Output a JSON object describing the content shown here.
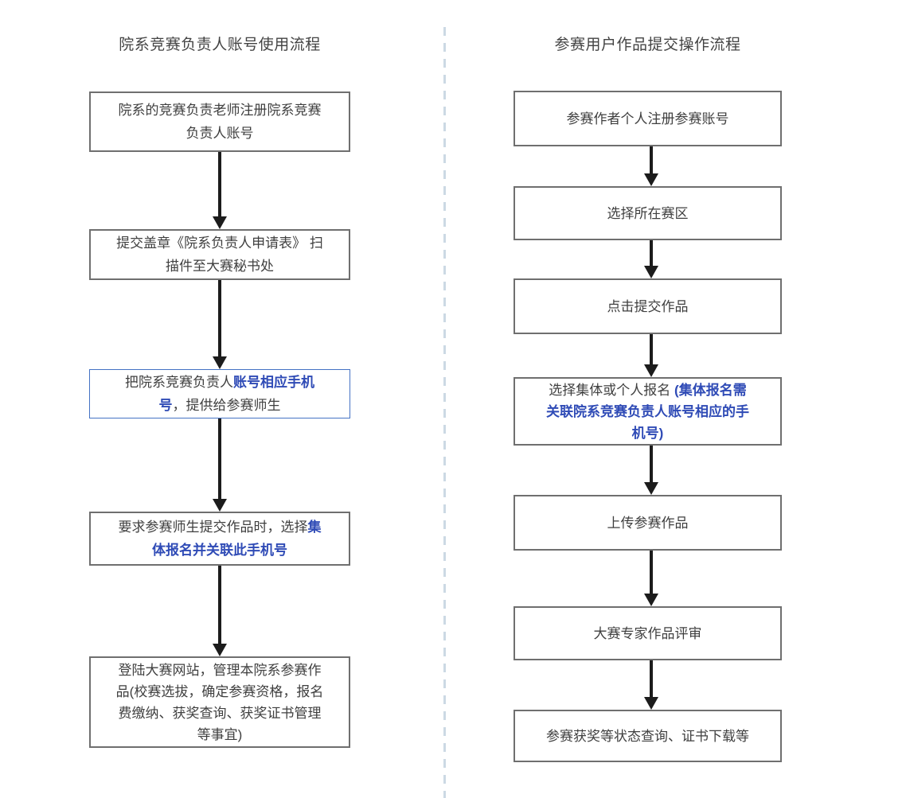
{
  "diagram": {
    "columns": [
      {
        "id": "left",
        "title": "院系竞赛负责人账号使用流程",
        "nodes": [
          {
            "id": "l1",
            "accent": false,
            "lines": [
              [
                {
                  "t": "院系的竞赛负责老师注册院系竞赛",
                  "hl": false
                }
              ],
              [
                {
                  "t": "负责人账号",
                  "hl": false
                }
              ]
            ]
          },
          {
            "id": "l2",
            "accent": false,
            "lines": [
              [
                {
                  "t": "提交盖章《院系负责人申请表》 扫",
                  "hl": false
                }
              ],
              [
                {
                  "t": "描件至大赛秘书处",
                  "hl": false
                }
              ]
            ]
          },
          {
            "id": "l3",
            "accent": true,
            "lines": [
              [
                {
                  "t": "把院系竞赛负责人",
                  "hl": false
                },
                {
                  "t": "账号相应手机",
                  "hl": true
                }
              ],
              [
                {
                  "t": "号",
                  "hl": true
                },
                {
                  "t": "，提供给参赛师生",
                  "hl": false
                }
              ]
            ]
          },
          {
            "id": "l4",
            "accent": false,
            "lines": [
              [
                {
                  "t": "要求参赛师生提交作品时，选择",
                  "hl": false
                },
                {
                  "t": "集",
                  "hl": true
                }
              ],
              [
                {
                  "t": "体报名并关联此手机号",
                  "hl": true
                }
              ]
            ]
          },
          {
            "id": "l5",
            "accent": false,
            "lines": [
              [
                {
                  "t": "登陆大赛网站，管理本院系参赛作",
                  "hl": false
                }
              ],
              [
                {
                  "t": "品(校赛选拔，确定参赛资格，报名",
                  "hl": false
                }
              ],
              [
                {
                  "t": "费缴纳、获奖查询、获奖证书管理",
                  "hl": false
                }
              ],
              [
                {
                  "t": "等事宜)",
                  "hl": false
                }
              ]
            ]
          }
        ]
      },
      {
        "id": "right",
        "title": "参赛用户作品提交操作流程",
        "nodes": [
          {
            "id": "r1",
            "accent": false,
            "lines": [
              [
                {
                  "t": "参赛作者个人注册参赛账号",
                  "hl": false
                }
              ]
            ]
          },
          {
            "id": "r2",
            "accent": false,
            "lines": [
              [
                {
                  "t": "选择所在赛区",
                  "hl": false
                }
              ]
            ]
          },
          {
            "id": "r3",
            "accent": false,
            "lines": [
              [
                {
                  "t": "点击提交作品",
                  "hl": false
                }
              ]
            ]
          },
          {
            "id": "r4",
            "accent": false,
            "lines": [
              [
                {
                  "t": "选择集体或个人报名 ",
                  "hl": false
                },
                {
                  "t": "(集体报名需",
                  "hl": true
                }
              ],
              [
                {
                  "t": "关联院系竞赛负责人账号相应的手",
                  "hl": true
                }
              ],
              [
                {
                  "t": "机号)",
                  "hl": true
                }
              ]
            ]
          },
          {
            "id": "r5",
            "accent": false,
            "lines": [
              [
                {
                  "t": "上传参赛作品",
                  "hl": false
                }
              ]
            ]
          },
          {
            "id": "r6",
            "accent": false,
            "lines": [
              [
                {
                  "t": "大赛专家作品评审",
                  "hl": false
                }
              ]
            ]
          },
          {
            "id": "r7",
            "accent": false,
            "lines": [
              [
                {
                  "t": "参赛获奖等状态查询、证书下载等",
                  "hl": false
                }
              ]
            ]
          }
        ]
      }
    ],
    "colors": {
      "box_border": "#6f6f6f",
      "accent_border": "#4472c4",
      "highlight_text": "#2f4bb6",
      "arrow": "#1c1c1c",
      "divider": "#ccd9e4",
      "text": "#3f3f3f"
    }
  }
}
